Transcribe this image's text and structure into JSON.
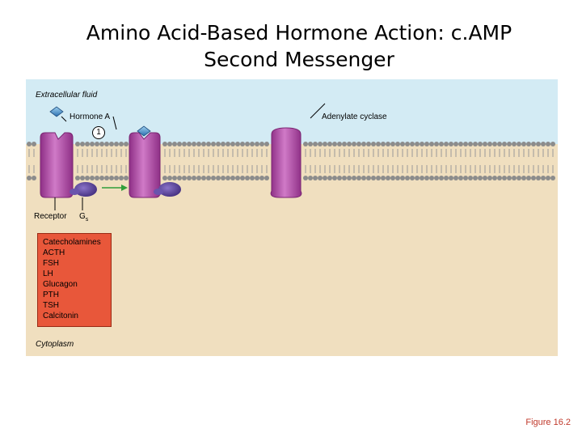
{
  "title": "Amino Acid-Based Hormone Action: c.AMP Second Messenger",
  "labels": {
    "extracellular": "Extracellular fluid",
    "hormone_a": "Hormone A",
    "step": "1",
    "adenylate_cyclase": "Adenylate cyclase",
    "receptor": "Receptor",
    "gs": "G",
    "gs_sub": "s",
    "cytoplasm": "Cytoplasm"
  },
  "hormones": [
    "Catecholamines",
    "ACTH",
    "FSH",
    "LH",
    "Glucagon",
    "PTH",
    "TSH",
    "Calcitonin"
  ],
  "caption": "Figure 16.2",
  "colors": {
    "extracellular": "#d3ebf4",
    "cytoplasm": "#f0dfbf",
    "protein": "#b64fa8",
    "gprotein": "#5a3f9a",
    "hormone": "#4c8fcf",
    "list_box": "#e8573a",
    "arrow": "#2f9e3a"
  }
}
